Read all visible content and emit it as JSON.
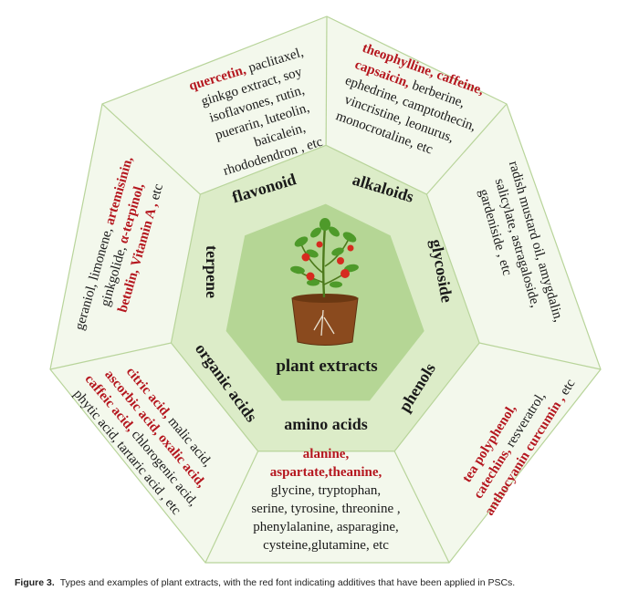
{
  "center": {
    "title": "plant extracts",
    "illustration": "potted-tomato-plant"
  },
  "categories": {
    "flavonoid": "flavonoid",
    "alkaloids": "alkaloids",
    "glycoside": "glycoside",
    "phenols": "phenols",
    "amino_acids": "amino acids",
    "organic_acids": "organic acids",
    "terpene": "terpene"
  },
  "examples": {
    "flavonoid": [
      {
        "text": "quercetin,",
        "red": true
      },
      {
        "text": " paclitaxel,",
        "red": false
      },
      {
        "text": "ginkgo extract, soy",
        "red": false
      },
      {
        "text": "isoflavones, rutin,",
        "red": false
      },
      {
        "text": "puerarin, luteolin,",
        "red": false
      },
      {
        "text": "baicalein,",
        "red": false
      },
      {
        "text": "rhododendron , etc",
        "red": false
      }
    ],
    "alkaloids": [
      {
        "text": "theophylline, caffeine,",
        "red": true
      },
      {
        "text": "capsaicin,",
        "red": true
      },
      {
        "text": " berberine,",
        "red": false
      },
      {
        "text": "ephedrine, camptothecin,",
        "red": false
      },
      {
        "text": "vincristine, leonurus,",
        "red": false
      },
      {
        "text": "monocrotaline, etc",
        "red": false
      }
    ],
    "glycoside": [
      {
        "text": "radish mustard oil, amygdalin,",
        "red": false
      },
      {
        "text": "salicylate, astragaloside,",
        "red": false
      },
      {
        "text": "gardeniside , etc",
        "red": false
      }
    ],
    "phenols": [
      {
        "text": "tea polyphenol,",
        "red": true
      },
      {
        "text": "catechins,",
        "red": true
      },
      {
        "text": " resveratrol,",
        "red": false
      },
      {
        "text": "anthocyanin curcumin ,",
        "red": true
      },
      {
        "text": " etc",
        "red": false
      }
    ],
    "amino_acids": [
      {
        "text": "alanine,",
        "red": true
      },
      {
        "text": "aspartate,theanine,",
        "red": true
      },
      {
        "text": "glycine, tryptophan,",
        "red": false
      },
      {
        "text": "serine, tyrosine, threonine ,",
        "red": false
      },
      {
        "text": "phenylalanine, asparagine,",
        "red": false
      },
      {
        "text": "cysteine,glutamine, etc",
        "red": false
      }
    ],
    "organic_acids": [
      {
        "text": "citric acid,",
        "red": true
      },
      {
        "text": " malic acid,",
        "red": false
      },
      {
        "text": "ascorbic acid, oxalic acid,",
        "red": true
      },
      {
        "text": "caffeic acid,",
        "red": true
      },
      {
        "text": " chlorogenic acid,",
        "red": false
      },
      {
        "text": "phytic acid, tartaric acid , etc",
        "red": false
      }
    ],
    "terpene": [
      {
        "text": "geraniol, limonene,",
        "red": false
      },
      {
        "text": " artemisinin,",
        "red": true
      },
      {
        "text": "ginkgolide,",
        "red": false
      },
      {
        "text": " α-terpinol,",
        "red": true
      },
      {
        "text": "betulin, Vitamin A ,",
        "red": true
      },
      {
        "text": " etc",
        "red": false
      }
    ]
  },
  "caption": {
    "label": "Figure 3.",
    "text": "Types and examples of plant extracts, with the red font indicating additives that have been applied in PSCs."
  },
  "colors": {
    "outer_fill": "#f3f8ec",
    "middle_fill": "#dcecc8",
    "inner_fill": "#b5d695",
    "border": "#b8d49a",
    "red_text": "#b5171f",
    "black_text": "#1a1a1a"
  }
}
